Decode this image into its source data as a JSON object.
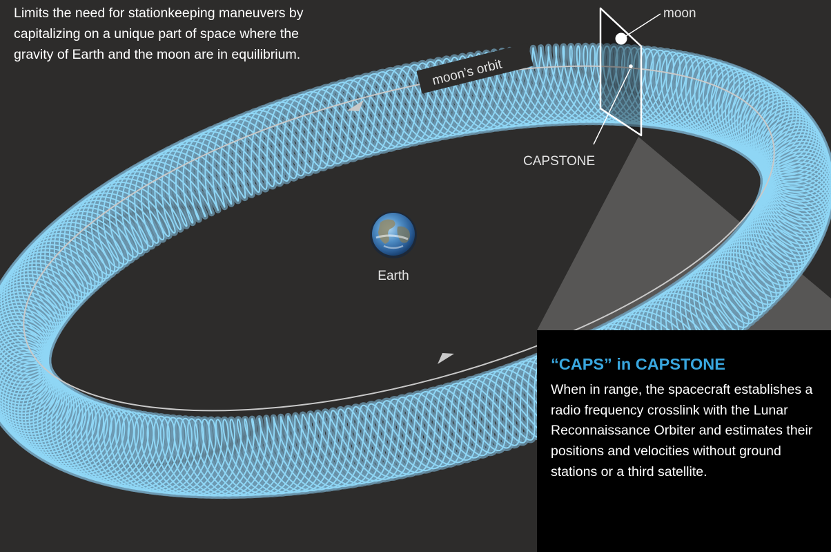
{
  "intro_text": "Limits the need for stationkeeping maneuvers by capitalizing on a unique part of space where the gravity of Earth and the moon are in equilibrium.",
  "labels": {
    "moon": "moon",
    "moons_orbit": "moon’s orbit",
    "capstone": "CAPSTONE",
    "earth": "Earth"
  },
  "callout": {
    "title": "“CAPS” in CAPSTONE",
    "body": "When in range, the spacecraft establishes a radio frequency crosslink with the Lunar Reconnaissance Orbiter and estimates their positions and velocities without ground stations or a third satellite."
  },
  "colors": {
    "background": "#2d2c2b",
    "trajectory": "#8fd6f5",
    "trajectory_glow": "#6f9cb5",
    "orbit_line": "#c9c9c9",
    "callout_title": "#39a7df",
    "callout_bg": "#000000"
  }
}
